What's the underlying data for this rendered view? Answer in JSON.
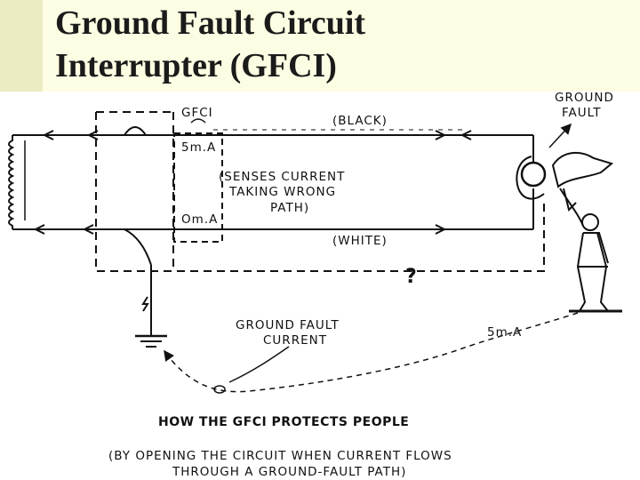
{
  "slide": {
    "title_line1": "Ground Fault Circuit",
    "title_line2": "Interrupter (GFCI)"
  },
  "diagram": {
    "gfci_label": "GFCI",
    "black_wire_label": "(BLACK)",
    "white_wire_label": "(WHITE)",
    "current_top": "5m.A",
    "current_bottom": "Om.A",
    "senses_line1": "(SENSES CURRENT",
    "senses_line2": "TAKING WRONG",
    "senses_line3": "PATH)",
    "ground_fault_line1": "GROUND",
    "ground_fault_line2": "FAULT",
    "question_mark": "?",
    "gf_current_line1": "GROUND FAULT",
    "gf_current_line2": "CURRENT",
    "return_current": "5m.A",
    "caption_title": "HOW THE GFCI PROTECTS PEOPLE",
    "caption_line1": "(BY OPENING THE CIRCUIT WHEN CURRENT FLOWS",
    "caption_line2": "THROUGH A GROUND-FAULT PATH)"
  },
  "colors": {
    "title_band": "#fdfde3",
    "accent_bar": "#ebebc4",
    "ink": "#111111"
  }
}
